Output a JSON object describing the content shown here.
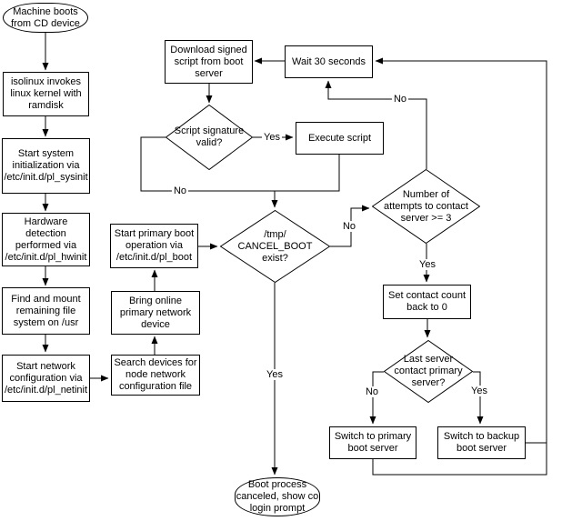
{
  "diagram": {
    "colors": {
      "line": "#000000",
      "background": "#ffffff",
      "text": "#000000"
    },
    "nodes": {
      "machine_boots": {
        "type": "terminator",
        "label": "Machine boots\nfrom CD device"
      },
      "isolinux": {
        "type": "process",
        "label": "isolinux invokes\nlinux kernel with\nramdisk"
      },
      "sysinit": {
        "type": "process",
        "label": "Start system\ninitialization via\n/etc/init.d/pl_sysinit"
      },
      "hwinit": {
        "type": "process",
        "label": "Hardware\ndetection\nperformed via\n/etc/init.d/pl_hwinit"
      },
      "find_mount": {
        "type": "process",
        "label": "Find and mount\nremaining file\nsystem on /usr"
      },
      "netinit": {
        "type": "process",
        "label": "Start network\nconfiguration via\n/etc/init.d/pl_netinit"
      },
      "search_devices": {
        "type": "process",
        "label": "Search devices for\nnode network\nconfiguration file"
      },
      "bring_online": {
        "type": "process",
        "label": "Bring online\nprimary network\ndevice"
      },
      "pl_boot": {
        "type": "process",
        "label": "Start primary boot\noperation via\n/etc/init.d/pl_boot"
      },
      "download_script": {
        "type": "process",
        "label": "Download signed\nscript from boot\nserver"
      },
      "wait_30": {
        "type": "process",
        "label": "Wait 30 seconds"
      },
      "script_signature": {
        "type": "decision",
        "label": "Script signature\nvalid?"
      },
      "execute_script": {
        "type": "process",
        "label": "Execute script"
      },
      "cancel_boot": {
        "type": "decision",
        "label": "/tmp/\nCANCEL_BOOT\nexist?"
      },
      "attempts": {
        "type": "decision",
        "label": "Number of\nattempts to contact\nserver >= 3"
      },
      "set_contact": {
        "type": "process",
        "label": "Set contact count\nback to 0"
      },
      "last_server": {
        "type": "decision",
        "label": "Last server\ncontact primary\nserver?"
      },
      "switch_primary": {
        "type": "process",
        "label": "Switch to primary\nboot server"
      },
      "switch_backup": {
        "type": "process",
        "label": "Switch to backup\nboot server"
      },
      "boot_canceled": {
        "type": "terminator",
        "label": "Boot process\ncanceled, show co\nlogin prompt"
      }
    },
    "edge_labels": {
      "sig_yes": "Yes",
      "sig_no": "No",
      "cancel_no": "No",
      "cancel_yes": "Yes",
      "attempts_no": "No",
      "attempts_yes": "Yes",
      "last_no": "No",
      "last_yes": "Yes"
    }
  }
}
